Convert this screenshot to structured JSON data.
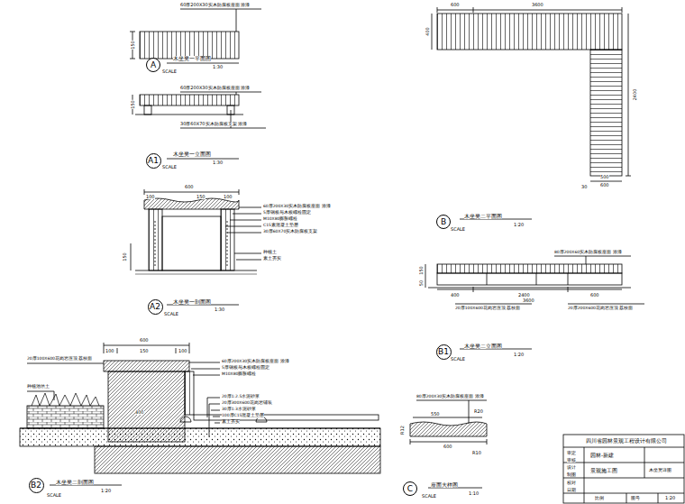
{
  "diagram": {
    "nodes": [
      {
        "text": [
          "A"
        ]
      },
      {
        "text": [
          "A1"
        ]
      },
      {
        "text": [
          "A2"
        ]
      },
      {
        "text": [
          "B"
        ]
      },
      {
        "text": [
          "B1"
        ]
      },
      {
        "text": [
          "B2"
        ]
      },
      {
        "text": [
          "C"
        ]
      }
    ],
    "labels": [
      "60厚200X30实木防腐板座面 涂漆",
      "150",
      "木坐凳一平面图",
      "SCALE",
      "1:30",
      "60厚200X30实木防腐板座面 涂漆",
      "150",
      "30厚60X70实木防腐板支架 涂漆",
      "木坐凳一立面图",
      "SCALE",
      "1:30",
      "600",
      "100",
      "150",
      "100",
      "60厚200X30实木防腐板座面 涂漆",
      "5厚钢板与木板螺栓固定",
      "M10X80膨胀螺栓",
      "C15素混凝土垫层",
      "30厚60X70实木防腐板支架",
      "种植土",
      "素土夯实",
      "150",
      "木坐凳一剖面图",
      "SCALE",
      "1:30",
      "600",
      "3600",
      "400",
      "2400",
      "500",
      "600",
      "30",
      "木坐凳二平面图",
      "SCALE",
      "1:20",
      "80厚200X60实木防腐板座面 涂漆",
      "150",
      "50",
      "400",
      "2400",
      "600",
      "3600",
      "20厚100X600花岗岩压顶 荔枝面",
      "20厚200X600花岗岩压顶 荔枝面",
      "木坐凳二立面图",
      "SCALE",
      "1:20",
      "600",
      "100",
      "150",
      "100",
      "20厚100X600花岗岩压顶 荔枝面",
      "种植池填土",
      "60厚200X30实木防腐板座面 涂漆",
      "5厚钢板与木板螺栓固定",
      "M10X80膨胀螺栓",
      "20厚1:2.5水泥砂浆",
      "20厚300X600花岗岩铺装",
      "30厚1:3水泥砂浆",
      "100厚C15混凝土垫层",
      "素土夯实",
      "400",
      "木坐凳二剖面图",
      "SCALE",
      "1:20",
      "80厚200X30实木防腐板座面 涂漆",
      "550",
      "600",
      "R20",
      "R12",
      "R10",
      "座面大样图",
      "SCALE",
      "1:10",
      "四川省园林景观工程设计有限公司",
      "审定",
      "审核",
      "设计",
      "制图",
      "校对",
      "日期",
      "园林-新建",
      "景观施工图",
      "木坐凳详图",
      "比例",
      "图号",
      "1:20"
    ]
  }
}
